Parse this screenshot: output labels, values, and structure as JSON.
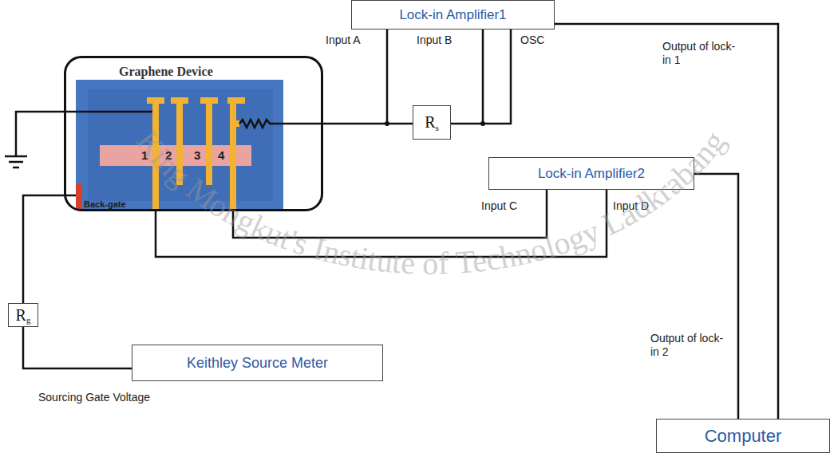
{
  "diagram": {
    "nodes": [
      {
        "text": [
          "Graphene Device"
        ]
      },
      {
        "text": [
          "Lock-in Amplifier1"
        ]
      },
      {
        "text": [
          "R",
          "s"
        ]
      },
      {
        "text": [
          "Lock-in Amplifier2"
        ]
      },
      {
        "text": [
          "R",
          "g"
        ]
      },
      {
        "text": [
          "Keithley Source Meter"
        ]
      },
      {
        "text": [
          "Computer"
        ]
      }
    ],
    "edges": [
      {
        "from": 0,
        "to": 2,
        "arrow": "none"
      },
      {
        "from": 2,
        "to": 1,
        "arrow": "none"
      },
      {
        "from": 1,
        "to": 6,
        "arrow": "none"
      },
      {
        "from": 0,
        "to": 3,
        "arrow": "none"
      },
      {
        "from": 0,
        "to": 3,
        "arrow": "none"
      },
      {
        "from": 3,
        "to": 6,
        "arrow": "none"
      },
      {
        "from": 0,
        "to": 4,
        "arrow": "none"
      },
      {
        "from": 4,
        "to": 5,
        "arrow": "none"
      }
    ],
    "labels": [
      "Input A",
      "Input B",
      "OSC",
      "Output of lock-in 1",
      "1",
      "2",
      "3",
      "4",
      "Back-gate",
      "Input C",
      "Input D",
      "Output of lock-in 2",
      "Sourcing Gate Voltage",
      "King Mongkut's Institute of Technology Ladkrabang"
    ]
  }
}
